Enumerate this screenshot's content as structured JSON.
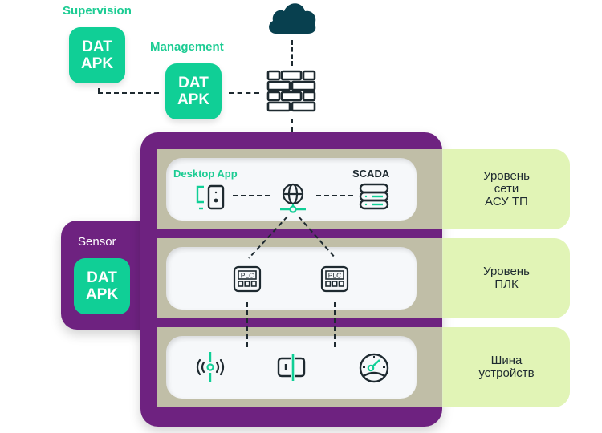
{
  "nodes": {
    "supervision": {
      "label": "Supervision",
      "box_line1": "DAT",
      "box_line2": "APK"
    },
    "management": {
      "label": "Management",
      "box_line1": "DAT",
      "box_line2": "APK"
    },
    "sensor": {
      "label": "Sensor",
      "box_line1": "DAT",
      "box_line2": "APK"
    },
    "desktop_app": {
      "label": "Desktop App"
    },
    "scada": {
      "label": "SCADA"
    },
    "plc_left": {
      "label": "PLC"
    },
    "plc_right": {
      "label": "PLC"
    }
  },
  "levels": [
    {
      "label": "Уровень сети АСУ ТП",
      "lines": [
        "Уровень",
        "сети",
        "АСУ ТП"
      ]
    },
    {
      "label": "Уровень ПЛК",
      "lines": [
        "Уровень",
        "ПЛК"
      ]
    },
    {
      "label": "Шина устройств",
      "lines": [
        "Шина",
        "устройств"
      ]
    }
  ],
  "icons": {
    "cloud": "cloud-icon",
    "firewall": "firewall-icon",
    "desktop": "desktop-computer-icon",
    "network": "globe-network-icon",
    "scada": "server-stack-icon",
    "plc": "plc-icon",
    "sensor": "wireless-sensor-icon",
    "actuator": "actuator-icon",
    "gauge": "gauge-icon"
  },
  "colors": {
    "accent_green": "#10cf96",
    "purple": "#6e2280",
    "band_green": "#e1f4b6",
    "dark": "#1e2a30"
  }
}
